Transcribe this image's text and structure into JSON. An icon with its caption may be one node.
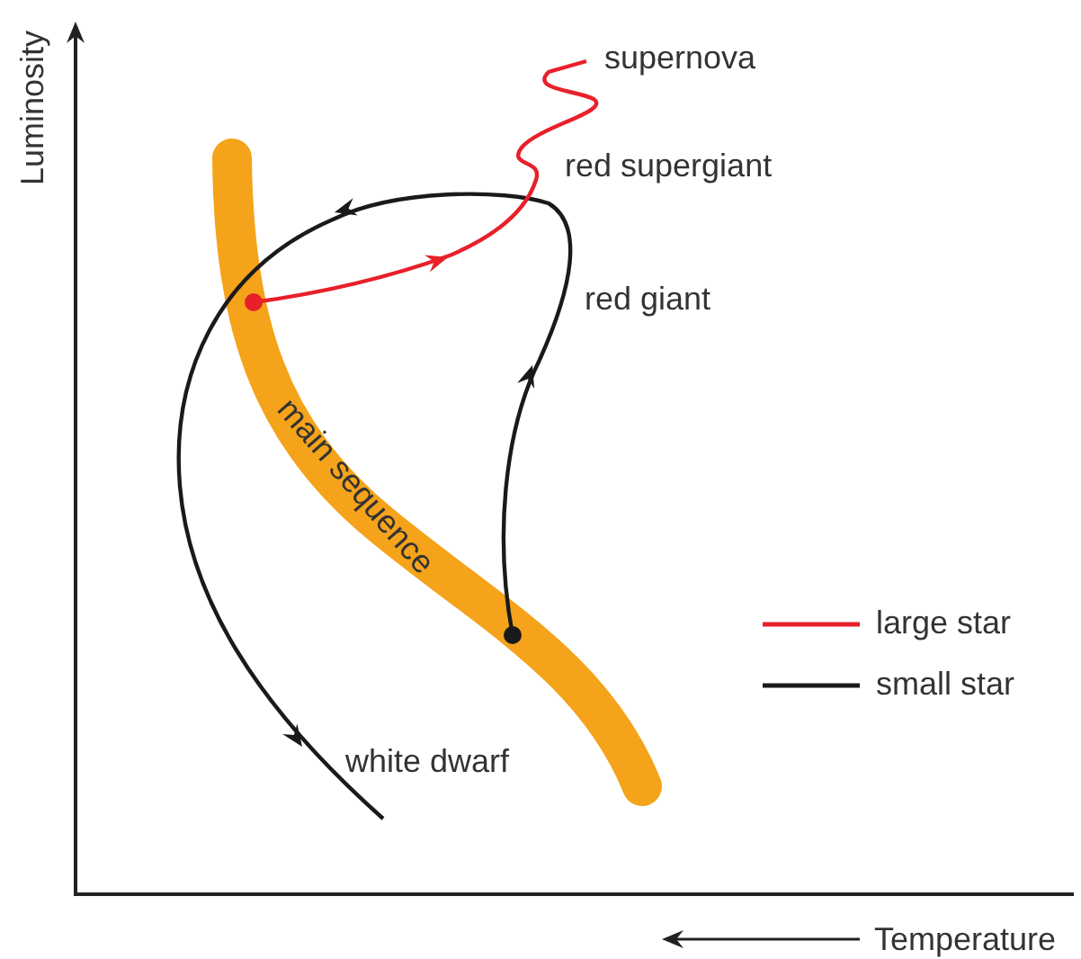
{
  "diagram": {
    "labels": [
      "Luminosity",
      "supernova",
      "red supergiant",
      "red giant",
      "main sequence",
      "white dwarf",
      "Temperature"
    ],
    "legend": [
      {
        "text": "large star"
      },
      {
        "text": "small star"
      }
    ]
  }
}
